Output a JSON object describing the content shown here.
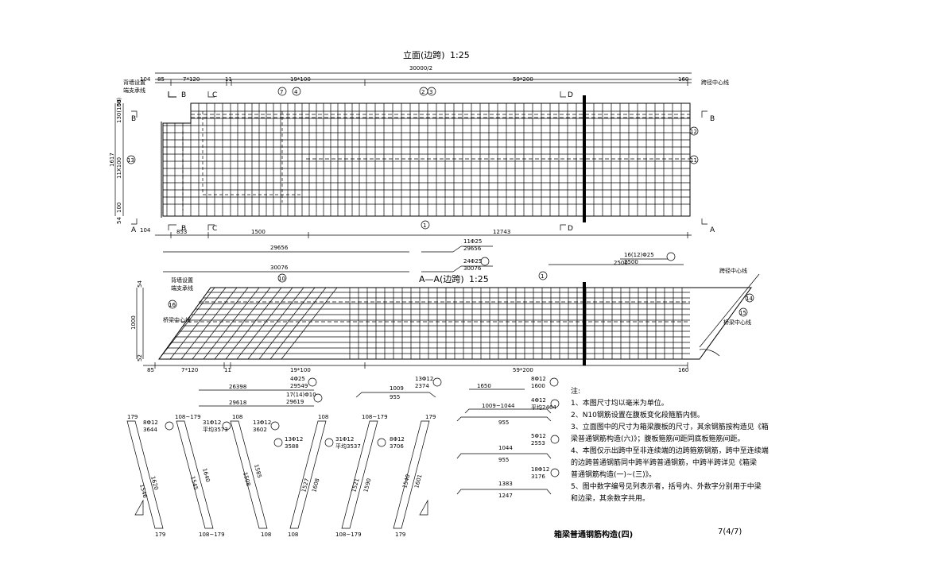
{
  "elevation": {
    "title": "立面(边跨)",
    "scale": "1:25",
    "overall_dim": "30000/2",
    "top_dims": [
      "104",
      "85",
      "7*120",
      "11",
      "19*100",
      "59*200",
      "160"
    ],
    "bottom_dims": [
      "104",
      "853",
      "1500",
      "12743"
    ],
    "total_dims": [
      "29656",
      "30076",
      "2500"
    ],
    "left_dims": [
      "1617",
      "11X100",
      "130(100)",
      "58",
      "100",
      "54"
    ],
    "section_marks": [
      "B",
      "C",
      "D",
      "A"
    ],
    "left_labels": [
      "背墙设置",
      "端支承线"
    ],
    "right_label": "跨径中心线",
    "callouts": [
      "7",
      "4",
      "2",
      "3",
      "1",
      "12",
      "11",
      "13"
    ]
  },
  "section_aa": {
    "title": "A—A(边跨)",
    "scale": "1:25",
    "left_labels": [
      "背墙设置",
      "端支承线",
      "桥梁中心线"
    ],
    "right_labels": [
      "跨径中心线",
      "桥梁中心线"
    ],
    "left_dims": [
      "1000",
      "54",
      "52"
    ],
    "bottom_dims": [
      "85",
      "7*120",
      "11",
      "19*100",
      "59*200",
      "160"
    ],
    "callouts": [
      "10",
      "1",
      "14",
      "15",
      "16"
    ]
  },
  "rebar_labels": [
    {
      "top": "11Φ25",
      "bottom": "29656"
    },
    {
      "top": "24Φ25",
      "bottom": "30076"
    },
    {
      "top": "16(12)Φ25",
      "bottom": "2500"
    },
    {
      "top": "4Φ25",
      "bottom": "29549"
    },
    {
      "top": "17(14)Φ10",
      "bottom": "29619"
    },
    {
      "top": "13Φ12",
      "bottom": "2374"
    },
    {
      "top": "8Φ12",
      "bottom": "1600"
    },
    {
      "top": "4Φ12",
      "bottom": "平均2464"
    },
    {
      "top": "5Φ12",
      "bottom": "2553"
    },
    {
      "top": "18Φ12",
      "bottom": "3176"
    },
    {
      "top": "8Φ12",
      "bottom": "3644"
    },
    {
      "top": "31Φ12",
      "bottom": "平均3573"
    },
    {
      "top": "13Φ12",
      "bottom": "3602"
    },
    {
      "top": "13Φ12",
      "bottom": "3588"
    },
    {
      "top": "31Φ12",
      "bottom": "平均3537"
    },
    {
      "top": "8Φ12",
      "bottom": "3706"
    }
  ],
  "bar_dims": [
    "26398",
    "29618",
    "1009",
    "955",
    "1650",
    "1009~1044",
    "1044",
    "1383",
    "1247",
    "179",
    "108~179",
    "108",
    "1546",
    "1620",
    "1545",
    "1640",
    "1508",
    "1585",
    "1527",
    "1608",
    "1521",
    "1590",
    "1540",
    "1601"
  ],
  "notes": {
    "heading": "注:",
    "items": [
      "1、本图尺寸均以毫米为单位。",
      "2、N10钢筋设置在腹板变化段箍筋内侧。",
      "3、立面图中的尺寸为箱梁腹板的尺寸，其余钢筋按构造见《箱",
      "   梁普通钢筋构造(六)》；腹板箍筋间距同底板箍筋间距。",
      "4、本图仅示出跨中至非连续端的边跨箍筋钢筋，跨中至连续端",
      "   的边跨普通钢筋同中跨半跨普通钢筋，中跨半跨详见《箱梁",
      "   普通钢筋构造(一)~(三)》。",
      "5、图中数字编号见列表示者，括号内、外数字分别用于中梁",
      "   和边梁，其余数字共用。"
    ]
  },
  "drawing_title": "箱梁普通钢筋构造(四)",
  "page_number": "7(4/7)"
}
